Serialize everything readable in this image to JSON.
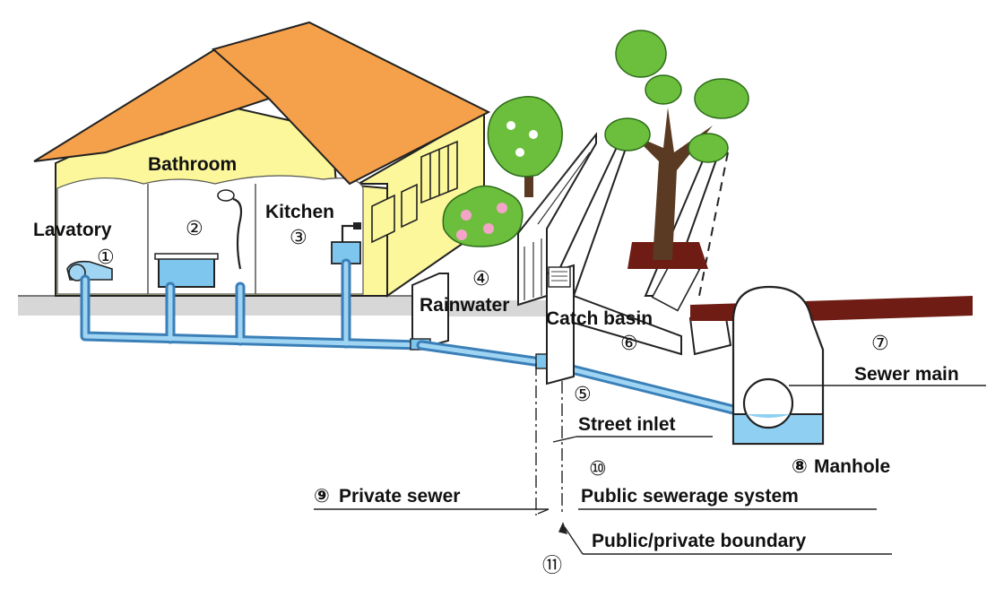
{
  "labels": {
    "bathroom": "Bathroom",
    "kitchen": "Kitchen",
    "lavatory": "Lavatory",
    "rainwater": "Rainwater",
    "catch_basin": "Catch basin",
    "sewer_main": "Sewer main",
    "street_inlet": "Street inlet",
    "manhole": "Manhole",
    "private_sewer": "Private sewer",
    "public_sewerage_system": "Public sewerage system",
    "public_private_boundary": "Public/private boundary"
  },
  "numbers": {
    "n1": "①",
    "n2": "②",
    "n3": "③",
    "n4": "④",
    "n5": "⑤",
    "n6": "⑥",
    "n7": "⑦",
    "n8": "⑧",
    "n9": "⑨",
    "n10": "⑩",
    "n11": "⑪"
  },
  "colors": {
    "house_wall": "#fbf79a",
    "roof": "#f5a04a",
    "pipe": "#3a7fb8",
    "water": "#8fd0f2",
    "ground": "#d7d7d7",
    "tree_foliage": "#6cbf3c",
    "tree_trunk": "#5a3a22",
    "soil": "#6e1c14"
  }
}
